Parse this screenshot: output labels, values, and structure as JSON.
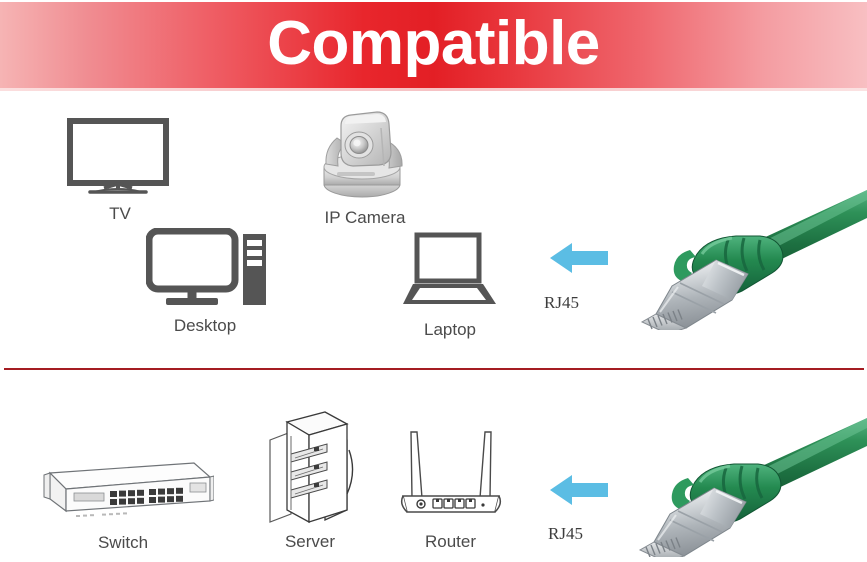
{
  "banner": {
    "title": "Compatible",
    "bg_color_center": "#e31f25",
    "bg_color_edge": "#f6b4b4",
    "text_color": "#ffffff"
  },
  "divider": {
    "color": "#a41c22"
  },
  "theme": {
    "icon_color": "#555555",
    "label_color": "#4b4b4b",
    "arrow_color": "#5bbde4",
    "cable_green": "#2a8a51",
    "connector_silver": "#c9cdd1"
  },
  "top_row": {
    "devices": [
      {
        "label": "TV",
        "icon": "tv-icon"
      },
      {
        "label": "IP Camera",
        "icon": "ip-camera-icon"
      },
      {
        "label": "Desktop",
        "icon": "desktop-icon"
      },
      {
        "label": "Laptop",
        "icon": "laptop-icon"
      }
    ],
    "arrow": {
      "icon": "arrow-left-icon",
      "direction": "left"
    },
    "connector_label": "RJ45",
    "cable": {
      "icon": "ethernet-cable-icon",
      "color": "#2a8a51"
    }
  },
  "bottom_row": {
    "devices": [
      {
        "label": "Switch",
        "icon": "network-switch-icon"
      },
      {
        "label": "Server",
        "icon": "server-rack-icon"
      },
      {
        "label": "Router",
        "icon": "router-icon"
      }
    ],
    "arrow": {
      "icon": "arrow-left-icon",
      "direction": "left"
    },
    "connector_label": "RJ45",
    "cable": {
      "icon": "ethernet-cable-icon",
      "color": "#2a8a51"
    }
  }
}
